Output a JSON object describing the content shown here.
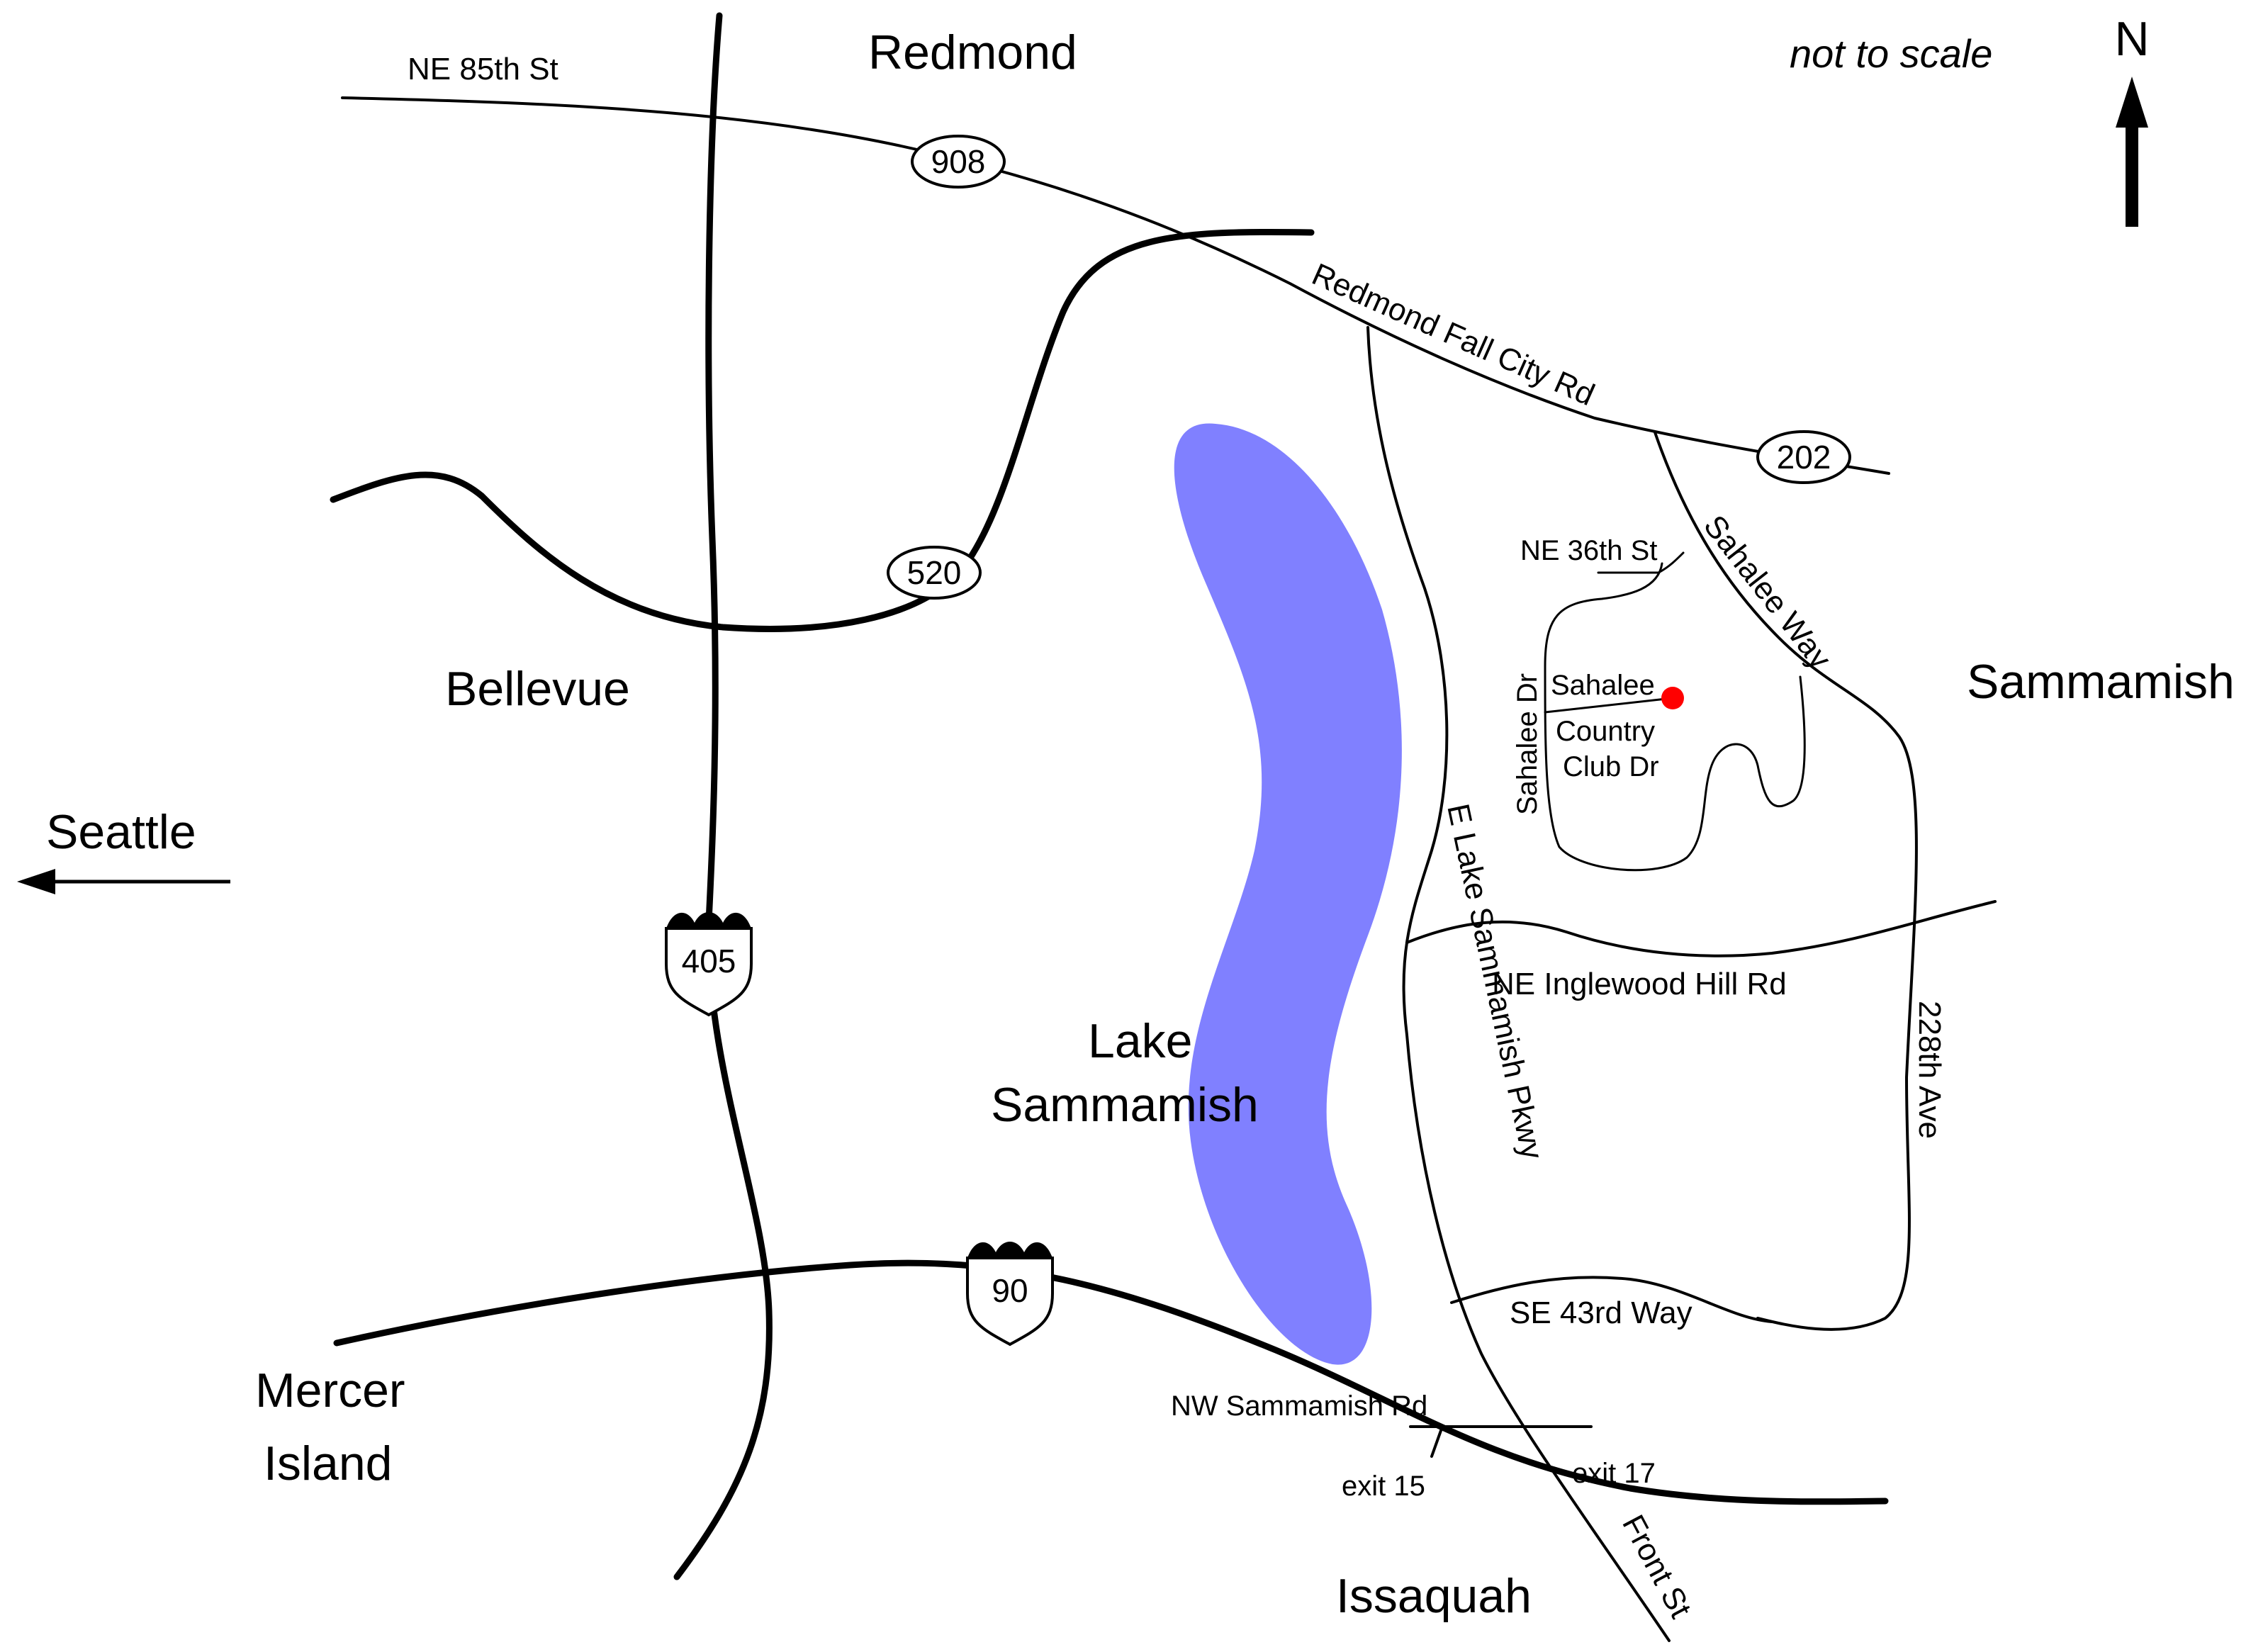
{
  "scale_note": "not to scale",
  "north_label": "N",
  "places": {
    "redmond": "Redmond",
    "bellevue": "Bellevue",
    "seattle": "Seattle",
    "sammamish": "Sammamish",
    "mercer_island_line1": "Mercer",
    "mercer_island_line2": "Island",
    "issaquah": "Issaquah",
    "lake_line1": "Lake",
    "lake_line2": "Sammamish"
  },
  "shields": {
    "sr908": "908",
    "sr520": "520",
    "sr202": "202",
    "i405": "405",
    "i90": "90"
  },
  "roads": {
    "ne85": "NE 85th St",
    "redmond_fall_city": "Redmond Fall City Rd",
    "sahalee_way": "Sahalee Way",
    "ne36": "NE 36th St",
    "sahalee_dr": "Sahalee Dr",
    "country_club_line1": "Sahalee",
    "country_club_line2": "Country",
    "country_club_line3": "Club Dr",
    "e_lake_parkway": "E Lake Sammamish Pkwy",
    "ne_inglewood": "NE Inglewood Hill Rd",
    "ave228": "228th Ave",
    "se43": "SE 43rd Way",
    "nw_sammamish": "NW Sammamish Rd",
    "exit15": "exit 15",
    "exit17": "exit 17",
    "front_st": "Front St"
  },
  "colors": {
    "lake": "#8080ff",
    "destination_marker": "#ff0000",
    "roads": "#000000"
  }
}
